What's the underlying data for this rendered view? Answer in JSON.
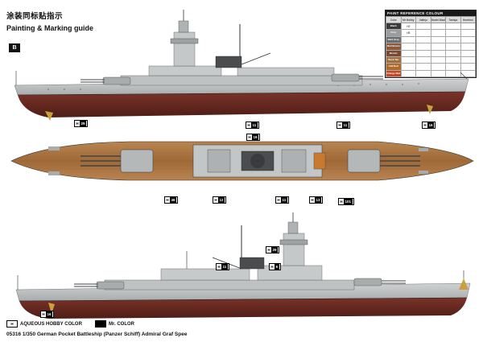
{
  "header": {
    "title_cn": "涂装同标贴指示",
    "title_en": "Painting & Marking guide",
    "section_label": "B"
  },
  "paint_reference": {
    "title": "PAINT REFERENCE COLOUR",
    "columns": [
      "Color",
      "Mr.Hobby",
      "Vallejo",
      "Model Master",
      "Tamiya",
      "Humbrol"
    ],
    "rows": [
      {
        "swatch": "#3a3a3a",
        "label": "Black",
        "code": "2",
        "c": [
          "",
          "",
          "",
          "",
          ""
        ]
      },
      {
        "swatch": "#9a9d9f",
        "label": "Grey",
        "code": "5",
        "c": [
          "",
          "",
          "",
          "",
          ""
        ]
      },
      {
        "swatch": "#6b6e70",
        "label": "Dark Grey",
        "code": "",
        "c": [
          "",
          "",
          "",
          "",
          ""
        ]
      },
      {
        "swatch": "#8a5a3b",
        "label": "Red Brown",
        "code": "",
        "c": [
          "",
          "",
          "",
          "",
          ""
        ]
      },
      {
        "swatch": "#7a4a30",
        "label": "Brown",
        "code": "",
        "c": [
          "",
          "",
          "",
          "",
          ""
        ]
      },
      {
        "swatch": "#a0713f",
        "label": "Deck Tan",
        "code": "",
        "c": [
          "",
          "",
          "",
          "",
          ""
        ]
      },
      {
        "swatch": "#b06a2a",
        "label": "Hull Red",
        "code": "",
        "c": [
          "",
          "",
          "",
          "",
          ""
        ]
      },
      {
        "swatch": "#c24a2a",
        "label": "Orange Red",
        "code": "",
        "c": [
          "",
          "",
          "",
          "",
          ""
        ]
      }
    ]
  },
  "views": {
    "side_top": {
      "callouts": [
        "29",
        "11",
        "11",
        "16"
      ]
    },
    "deck_plan": {
      "callouts": [
        "19",
        "46",
        "12",
        "11",
        "13",
        "101"
      ]
    },
    "side_bottom": {
      "callouts": [
        "29",
        "6",
        "11",
        "16"
      ]
    }
  },
  "legend": {
    "aqueous_code": "H",
    "aqueous_label": "AQUEOUS HOBBY COLOR",
    "mr_label": "Mr. COLOR"
  },
  "footer": {
    "text": "05316 1/350 German Pocket Battleship (Panzer Schiff) Admiral Graf Spee"
  },
  "colors": {
    "hull_grey": "#b9bcbd",
    "hull_red": "#6b2a22",
    "deck": "#a8733f",
    "dark": "#2a2a2a"
  }
}
